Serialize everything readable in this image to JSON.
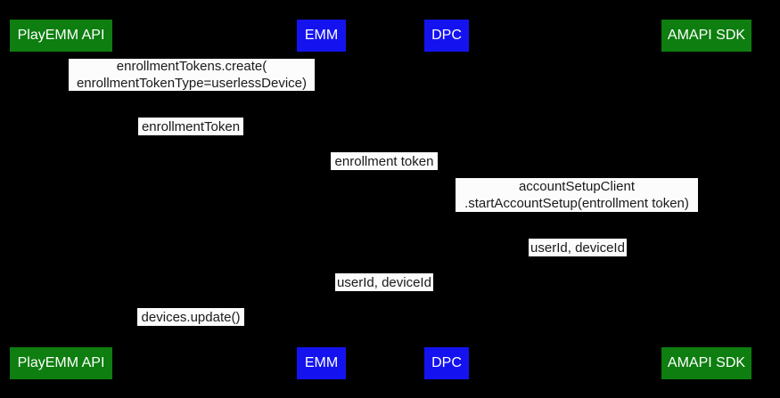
{
  "diagram": {
    "type": "sequence-diagram",
    "background_color": "#000000",
    "label_background_color": "#fcfcfc",
    "label_text_color": "#1a1a1a",
    "actors": [
      {
        "label": "PlayEMM API",
        "color": "#0d7e0f"
      },
      {
        "label": "EMM",
        "color": "#1413f0"
      },
      {
        "label": "DPC",
        "color": "#1413f0"
      },
      {
        "label": "AMAPI SDK",
        "color": "#0d7e0f"
      }
    ],
    "messages": [
      {
        "text": "enrollmentTokens.create(\nenrollmentTokenType=userlessDevice)"
      },
      {
        "text": "enrollmentToken"
      },
      {
        "text": "enrollment token"
      },
      {
        "text": "accountSetupClient\n.startAccountSetup(entrollment token)"
      },
      {
        "text": "userId, deviceId"
      },
      {
        "text": "userId, deviceId"
      },
      {
        "text": "devices.update()"
      }
    ]
  }
}
